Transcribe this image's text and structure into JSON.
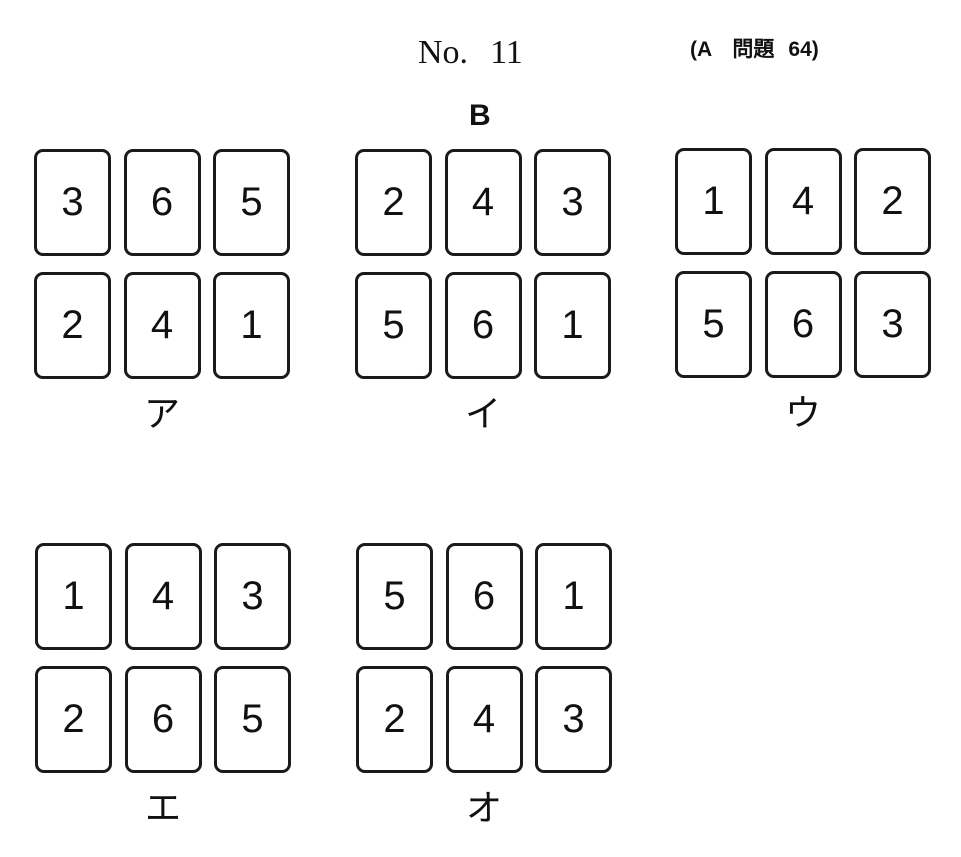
{
  "header": {
    "no_label": "No.",
    "no_value": "11",
    "ref_label": "(A　問題",
    "ref_value": "64)"
  },
  "target_label": "B",
  "arrangements": [
    {
      "label": "ア",
      "rows": [
        [
          "3",
          "6",
          "5"
        ],
        [
          "2",
          "4",
          "1"
        ]
      ]
    },
    {
      "label": "イ",
      "rows": [
        [
          "2",
          "4",
          "3"
        ],
        [
          "5",
          "6",
          "1"
        ]
      ]
    },
    {
      "label": "ウ",
      "rows": [
        [
          "1",
          "4",
          "2"
        ],
        [
          "5",
          "6",
          "3"
        ]
      ]
    },
    {
      "label": "エ",
      "rows": [
        [
          "1",
          "4",
          "3"
        ],
        [
          "2",
          "6",
          "5"
        ]
      ]
    },
    {
      "label": "オ",
      "rows": [
        [
          "5",
          "6",
          "1"
        ],
        [
          "2",
          "4",
          "3"
        ]
      ]
    }
  ]
}
